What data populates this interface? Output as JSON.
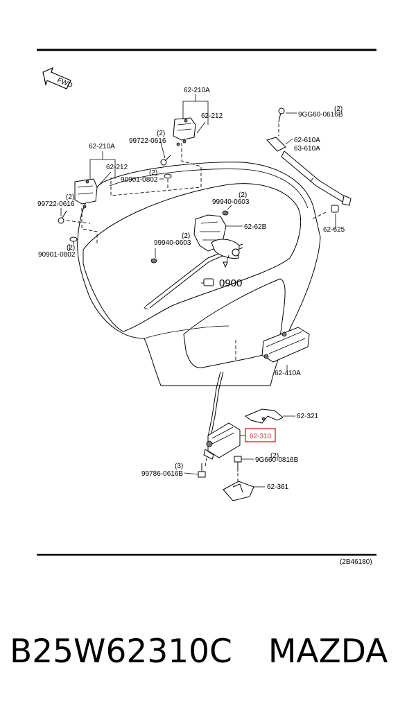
{
  "labels": {
    "l_62_210A_top": "62-210A",
    "l_62_212_top": "62-212",
    "l_qty_hinge_top": "(2)",
    "l_99722_top": "99722-0616",
    "l_qty_bolt_top": "(2)",
    "l_90901_top": "90901-0802",
    "l_62_210A_left": "62-210A",
    "l_62_212_left": "62-212",
    "l_qty_99722_left": "(2)",
    "l_99722_left": "99722-0616",
    "l_qty_90901_left": "(2)",
    "l_90901_left": "90901-0802",
    "l_qty_9gg60": "(2)",
    "l_9gg60": "9GG60-0616B",
    "l_62_610A": "62-610A",
    "l_63_610A": "63-610A",
    "l_62_625": "62-625",
    "l_qty_99940_a": "(2)",
    "l_99940_a": "99940-0603",
    "l_62_62B": "62-62B",
    "l_qty_99940_b": "(2)",
    "l_99940_b": "99940-0603",
    "l_0900": "0900",
    "l_62_410A": "62-410A",
    "l_62_321": "62-321",
    "l_62_310": "62-310",
    "l_qty_9g660": "(2)",
    "l_9g660": "9G660-0816B",
    "l_qty_99786": "(3)",
    "l_99786": "99786-0616B",
    "l_62_361": "62-361",
    "l_ref_code": "(2B46180)",
    "l_fwd": "FWD"
  },
  "caption": {
    "part_number": "B25W62310C",
    "brand": "MAZDA"
  },
  "colors": {
    "line": "#000000",
    "highlight": "#d23a3a",
    "background": "#ffffff"
  }
}
